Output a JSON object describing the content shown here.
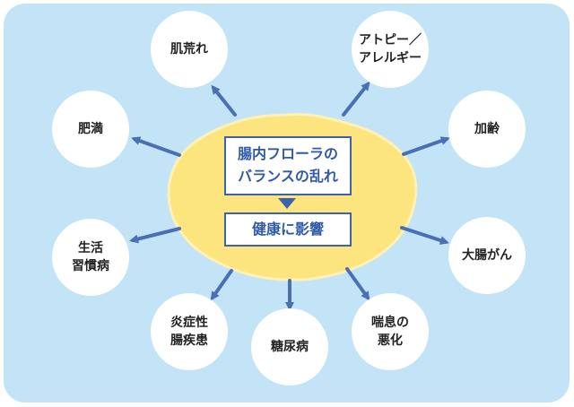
{
  "center": {
    "title_lines": [
      "腸内フローラの",
      "バランスの乱れ"
    ],
    "effect": "健康に影響"
  },
  "outcomes": {
    "skin": [
      "肌荒れ"
    ],
    "allergy": [
      "アトピー／",
      "アレルギー"
    ],
    "obesity": [
      "肥満"
    ],
    "aging": [
      "加齢"
    ],
    "lifestyle": [
      "生活",
      "習慣病"
    ],
    "colon_cancer": [
      "大腸がん"
    ],
    "ibd": [
      "炎症性",
      "腸疾患"
    ],
    "diabetes": [
      "糖尿病"
    ],
    "asthma": [
      "喘息の",
      "悪化"
    ]
  },
  "colors": {
    "background": "#c3e3f7",
    "blob": "#fce57f",
    "arrow": "#4a6fb5",
    "box_border": "#3c62ae"
  }
}
